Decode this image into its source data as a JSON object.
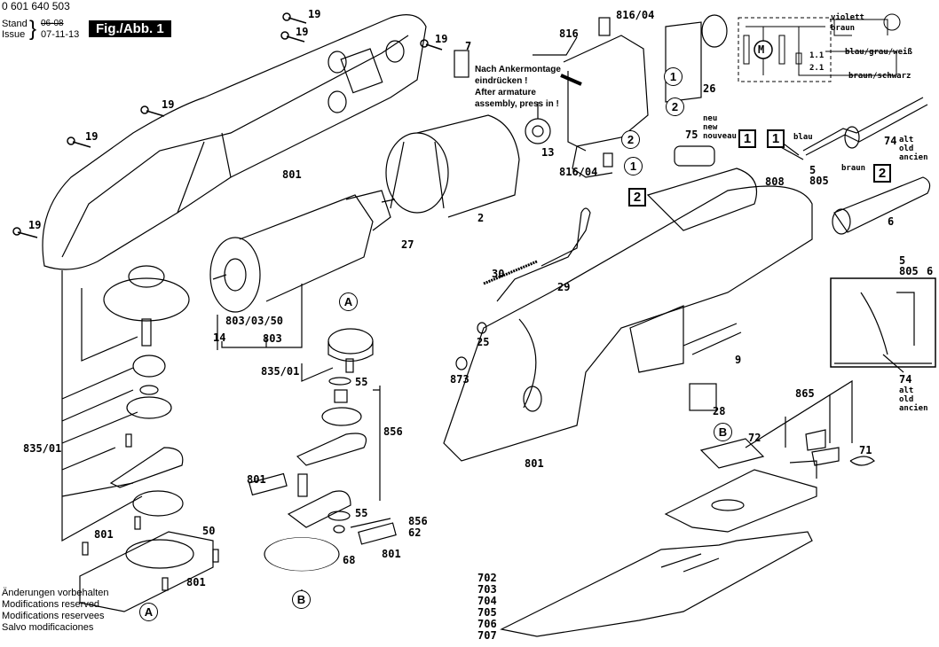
{
  "header": {
    "part_number": "0 601 640 503",
    "stand_label": "Stand",
    "issue_label": "Issue",
    "old_date": "06-08",
    "issue_date": "07-11-13",
    "figure_label": "Fig./Abb. 1"
  },
  "wiring": {
    "motor_symbol": "M",
    "wires": [
      "violett",
      "braun",
      "blau/grau/weiß",
      "braun/schwarz"
    ],
    "terminals": [
      "1.1",
      "2.1"
    ]
  },
  "assembly_note": [
    "Nach Ankermontage",
    "eindrücken !",
    "After armature",
    "assembly, press in !"
  ],
  "parts": {
    "screws": [
      "19",
      "19",
      "19",
      "19",
      "19",
      "19"
    ],
    "p7": "7",
    "p801": "801",
    "p27": "27",
    "p2": "2",
    "p13": "13",
    "p816": "816",
    "p816_04_top": "816/04",
    "p816_04_bottom": "816/04",
    "p26": "26",
    "p75": "75",
    "new_labels": [
      "neu",
      "new",
      "nouveau"
    ],
    "p5_a": "5",
    "p74_a": "74",
    "old_labels": [
      "alt",
      "old",
      "ancien"
    ],
    "blau": "blau",
    "braun": "braun",
    "p5_b": "5",
    "p805_a": "805",
    "p808": "808",
    "p6_a": "6",
    "p5_c": "5",
    "p805_b": "805",
    "p6_b": "6",
    "p74_b": "74",
    "p803_03_50": "803/03/50",
    "p14": "14",
    "p803": "803",
    "p835_01_a": "835/01",
    "p835_01_b": "835/01",
    "p55_a": "55",
    "p856_a": "856",
    "p801_b": "801",
    "p55_b": "55",
    "p856_b": "856",
    "p62": "62",
    "p801_c": "801",
    "p68": "68",
    "p30": "30",
    "p29": "29",
    "p25": "25",
    "p873": "873",
    "p801_d": "801",
    "p9": "9",
    "p28": "28",
    "p865": "865",
    "p72": "72",
    "p71": "71",
    "p50": "50",
    "p801_e": "801",
    "p801_f": "801",
    "blades": [
      "702",
      "703",
      "704",
      "705",
      "706",
      "707"
    ]
  },
  "callouts": {
    "circle_1": "1",
    "circle_2": "2",
    "box_1": "1",
    "box_2": "2",
    "ref_a": "A",
    "ref_b": "B"
  },
  "footer": [
    "Änderungen vorbehalten",
    "Modifications reserved",
    "Modifications reservees",
    "Salvo modificaciones"
  ]
}
